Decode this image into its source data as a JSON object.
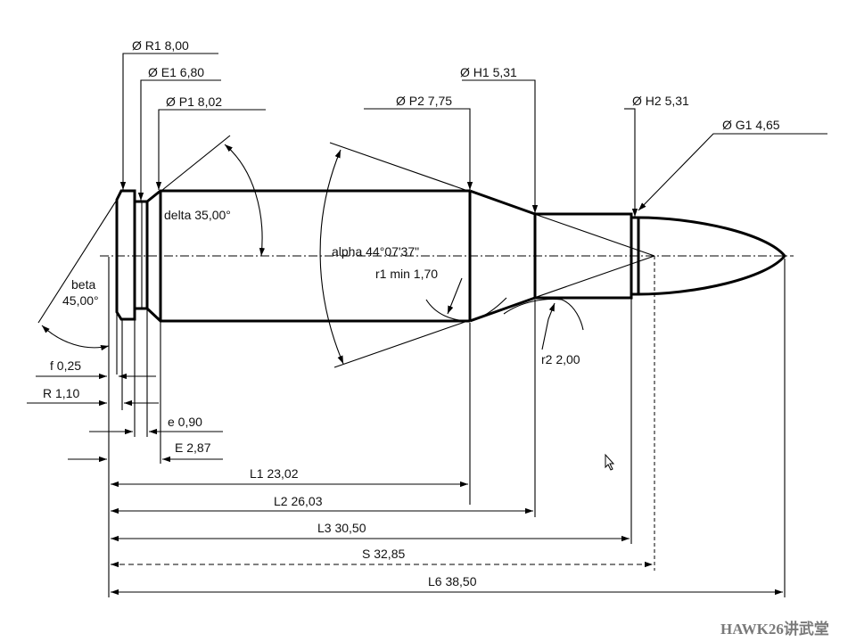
{
  "dimensions": {
    "R1": "Ø R1  8,00",
    "E1": "Ø E1  6,80",
    "P1": "Ø P1  8,02",
    "H1": "Ø H1  5,31",
    "P2": "Ø P2  7,75",
    "H2": "Ø H2  5,31",
    "G1": "Ø G1  4,65",
    "delta": "delta  35,00°",
    "alpha": "alpha 44°07'37\"",
    "r1": "r1 min 1,70",
    "beta_name": "beta",
    "beta_value": "45,00°",
    "r2": "r2  2,00",
    "f": "f  0,25",
    "R": "R  1,10",
    "e": "e  0,90",
    "E": "E  2,87",
    "L1": "L1  23,02",
    "L2": "L2  26,03",
    "L3": "L3  30,50",
    "S": "S  32,85",
    "L6": "L6  38,50"
  },
  "watermark": "HAWK26讲武堂"
}
